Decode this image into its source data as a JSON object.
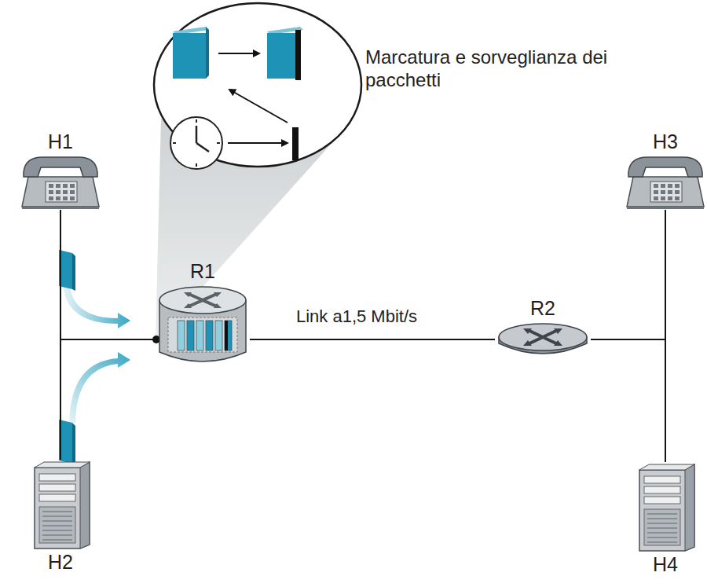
{
  "diagram": {
    "nodes": [
      {
        "text": [
          "H1"
        ]
      },
      {
        "text": [
          "H3"
        ]
      },
      {
        "text": [
          "R1"
        ]
      },
      {
        "text": [
          "R2"
        ]
      },
      {
        "text": [
          "H2"
        ]
      },
      {
        "text": [
          "H4"
        ]
      }
    ],
    "edges": [
      {
        "from": 0,
        "to": 2,
        "arrow": "none"
      },
      {
        "from": 4,
        "to": 2,
        "arrow": "none"
      },
      {
        "from": 2,
        "to": 3,
        "label": "Link a1,5 Mbit/s",
        "arrow": "none"
      },
      {
        "from": 3,
        "to": 1,
        "arrow": "none"
      },
      {
        "from": 3,
        "to": 5,
        "arrow": "none"
      }
    ],
    "labels": [
      "Marcatura e sorveglianza dei pacchetti"
    ]
  }
}
